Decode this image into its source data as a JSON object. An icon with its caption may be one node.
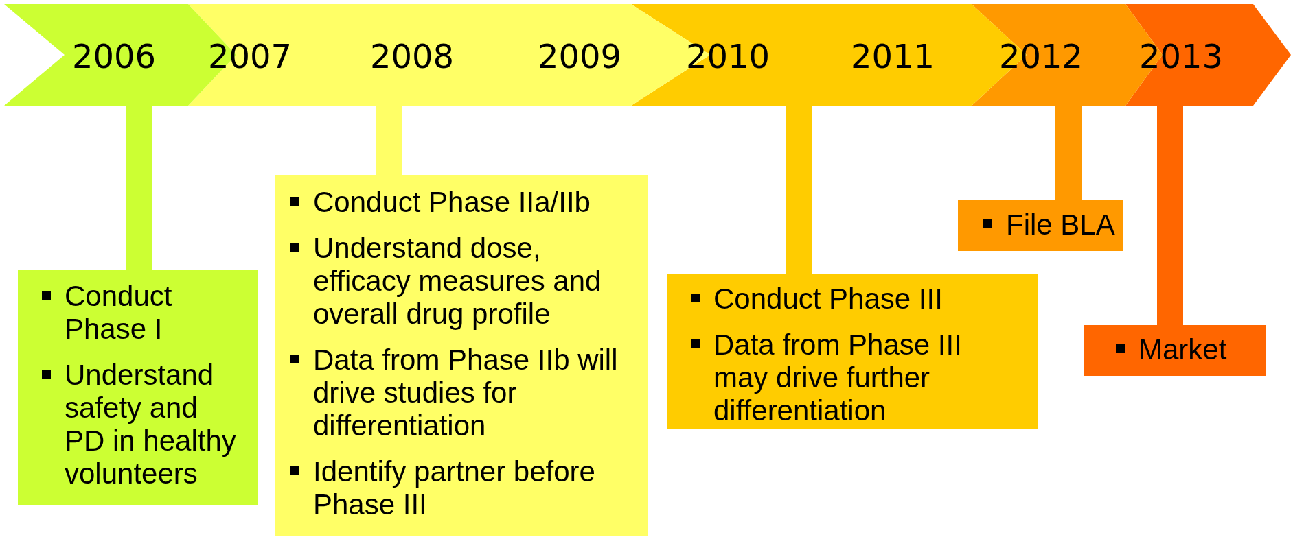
{
  "diagram": {
    "nodes": [
      {
        "text": [
          "2006",
          "2007",
          "2008",
          "2009",
          "2010",
          "2011",
          "2012",
          "2013"
        ]
      },
      {
        "text": [
          "Conduct Phase I",
          "Understand safety and PD in healthy volunteers"
        ]
      },
      {
        "text": [
          "Conduct Phase IIa/IIb",
          "Understand dose, efficacy measures and overall drug profile",
          "Data from Phase IIb will drive studies for differentiation",
          "Identify partner before Phase III"
        ]
      },
      {
        "text": [
          "Conduct Phase III",
          "Data from Phase III may drive further differentiation"
        ]
      },
      {
        "text": [
          "File BLA"
        ]
      },
      {
        "text": [
          "Market"
        ]
      }
    ],
    "edges": [
      {
        "from": 0,
        "to": 1,
        "arrow": "none",
        "color": "#ccff33"
      },
      {
        "from": 0,
        "to": 2,
        "arrow": "none",
        "color": "#ffff66"
      },
      {
        "from": 0,
        "to": 3,
        "arrow": "none",
        "color": "#ffcc00"
      },
      {
        "from": 0,
        "to": 4,
        "arrow": "none",
        "color": "#ff9900"
      },
      {
        "from": 0,
        "to": 5,
        "arrow": "none",
        "color": "#ff6600"
      }
    ]
  }
}
